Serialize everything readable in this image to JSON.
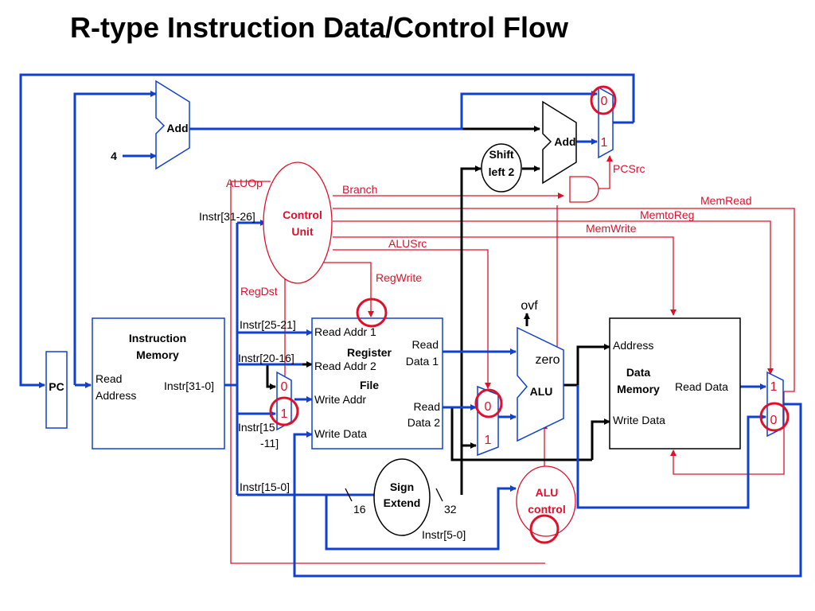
{
  "title": "R-type Instruction Data/Control Flow",
  "colors": {
    "datapath": "#1040d0",
    "control": "#e0102a",
    "wire": "#000000",
    "highlight": "#e0102a"
  },
  "blocks": {
    "pc": "PC",
    "instruction_memory": {
      "title_line1": "Instruction",
      "title_line2": "Memory",
      "read_address_line1": "Read",
      "read_address_line2": "Address",
      "output": "Instr[31-0]"
    },
    "add_pc": "Add",
    "add_branch": "Add",
    "const_four": "4",
    "shift_left": {
      "line1": "Shift",
      "line2": "left 2"
    },
    "control_unit": {
      "line1": "Control",
      "line2": "Unit"
    },
    "register_file": {
      "title_line1": "Register",
      "title_line2": "File",
      "read_addr_1": "Read Addr 1",
      "read_addr_2": "Read Addr 2",
      "write_addr": "Write Addr",
      "write_data": "Write Data",
      "read_data_1_line1": "Read",
      "read_data_1_line2": "Data 1",
      "read_data_2_line1": "Read",
      "read_data_2_line2": "Data 2"
    },
    "sign_extend": {
      "line1": "Sign",
      "line2": "Extend"
    },
    "alu": {
      "label": "ALU",
      "zero": "zero",
      "ovf": "ovf"
    },
    "alu_control": {
      "line1": "ALU",
      "line2": "control"
    },
    "data_memory": {
      "title_line1": "Data",
      "title_line2": "Memory",
      "address": "Address",
      "write_data": "Write Data",
      "read_data": "Read Data"
    }
  },
  "mux_labels": {
    "pc_mux": {
      "top": "0",
      "bottom": "1"
    },
    "regdst_mux": {
      "top": "0",
      "bottom": "1"
    },
    "alusrc_mux": {
      "top": "0",
      "bottom": "1"
    },
    "memtoreg_mux": {
      "top": "1",
      "bottom": "0"
    }
  },
  "field_labels": {
    "opcode": "Instr[31-26]",
    "rs": "Instr[25-21]",
    "rt": "Instr[20-16]",
    "rd_line1": "Instr[15",
    "rd_line2": "-11]",
    "imm": "Instr[15-0]",
    "funct": "Instr[5-0]",
    "width_16": "16",
    "width_32": "32"
  },
  "control_signals": {
    "aluop": "ALUOp",
    "branch": "Branch",
    "memread": "MemRead",
    "memtoreg": "MemtoReg",
    "memwrite": "MemWrite",
    "alusrc": "ALUSrc",
    "regwrite": "RegWrite",
    "regdst": "RegDst",
    "pcsrc": "PCSrc"
  }
}
